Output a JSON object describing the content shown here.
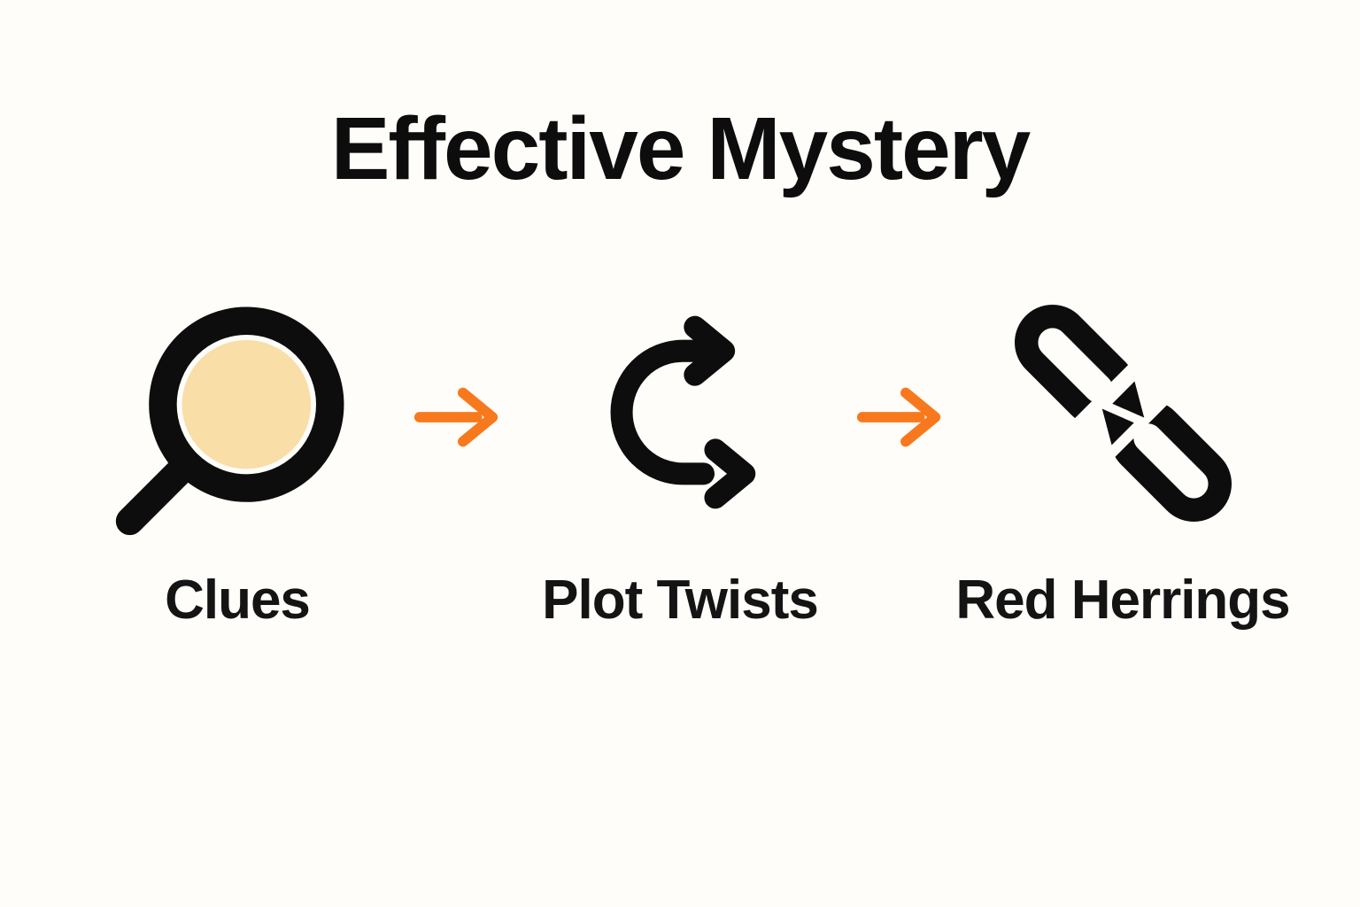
{
  "title": "Effective Mystery",
  "colors": {
    "background": "#FEFDF9",
    "ink": "#0D0D0D",
    "accent_orange": "#F8791D",
    "lens_fill": "#F9DEA8"
  },
  "flow": {
    "steps": [
      {
        "label": "Clues",
        "icon": "magnifying-glass-icon"
      },
      {
        "label": "Plot Twists",
        "icon": "plot-twist-arrows-icon"
      },
      {
        "label": "Red Herrings",
        "icon": "broken-chain-icon"
      }
    ],
    "connectors": [
      {
        "icon": "right-arrow-icon"
      },
      {
        "icon": "right-arrow-icon"
      }
    ]
  }
}
